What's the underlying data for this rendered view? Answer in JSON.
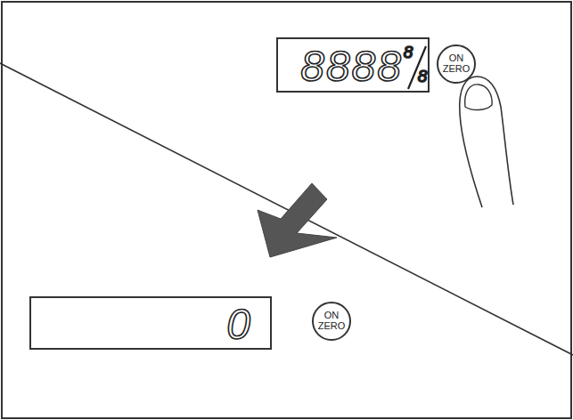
{
  "diagram": {
    "nodes": [
      {
        "text": [
          "8888",
          "8",
          "8"
        ]
      },
      {
        "text": [
          "ON ZERO"
        ]
      },
      {
        "text": [
          "0"
        ]
      },
      {
        "text": [
          "ON ZERO"
        ]
      }
    ]
  }
}
